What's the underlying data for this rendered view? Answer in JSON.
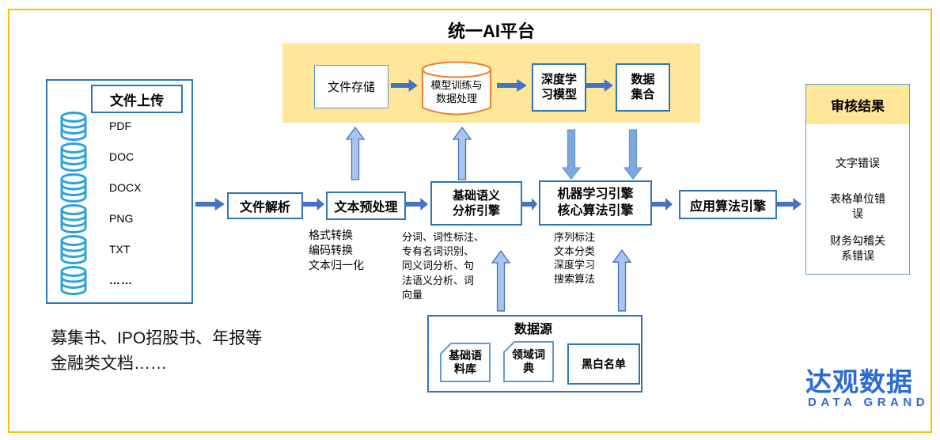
{
  "title": "统一AI平台",
  "platform": {
    "nodes": [
      "文件存储",
      "模型训练与\n数据处理",
      "深度学\n习模型",
      "数据\n集合"
    ]
  },
  "upload": {
    "title": "文件上传",
    "items": [
      "PDF",
      "DOC",
      "DOCX",
      "PNG",
      "TXT",
      "……"
    ]
  },
  "flow": {
    "parse": "文件解析",
    "preprocess": "文本预处理",
    "semantic": "基础语义\n分析引擎",
    "ml": "机器学习引擎\n核心算法引擎",
    "applied": "应用算法引擎"
  },
  "notes": {
    "preprocess": "格式转换\n编码转换\n文本归一化",
    "semantic": "分词、词性标注、\n专有名词识别、\n同义词分析、句\n法语义分析、词\n向量",
    "ml": "序列标注\n文本分类\n深度学习\n搜索算法"
  },
  "datasource": {
    "title": "数据源",
    "items": [
      "基础语\n料库",
      "领域词\n典",
      "黑白名单"
    ]
  },
  "results": {
    "title": "审核结果",
    "items": [
      "文字错误",
      "表格单位错误",
      "财务勾稽关系错误"
    ]
  },
  "caption": "募集书、IPO招股书、年报等\n金融类文档……",
  "logo": {
    "cn": "达观数据",
    "en": "DATA GRAND"
  },
  "colors": {
    "frame_gold": "#FFC000",
    "platform_yellow": "#FFE699",
    "border_blue": "#2E75B6",
    "border_light_blue": "#5B9BD5",
    "arrow_blue": "#4472C4",
    "arrow_fill_light": "#A8C6EA",
    "arrow_fill_mid": "#7FA7DD",
    "cylinder_orange": "#ED7D31",
    "db_icon_cyan": "#2BA3DB",
    "logo_blue": "#2A6BD5"
  }
}
